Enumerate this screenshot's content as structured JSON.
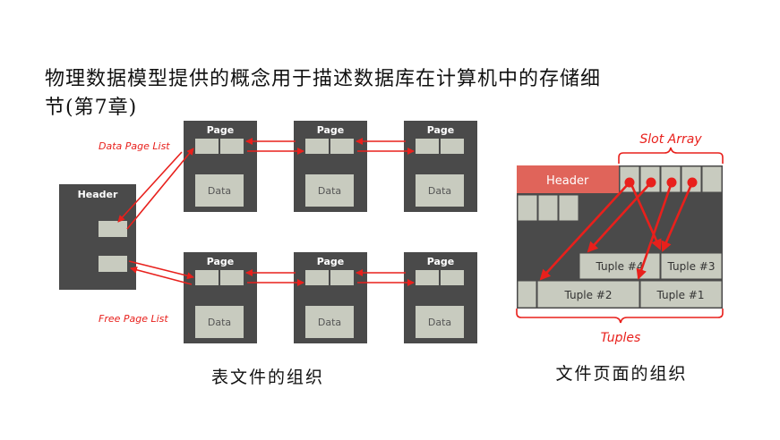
{
  "title": {
    "line1": "物理数据模型提供的概念用于描述数据库在计算机中的存储细",
    "line2": "节(第7章)"
  },
  "left_diagram": {
    "header_label": "Header",
    "data_page_list_label": "Data Page List",
    "free_page_list_label": "Free Page List",
    "page_label": "Page",
    "data_label": "Data",
    "caption": "表文件的组织"
  },
  "right_diagram": {
    "slot_array_label": "Slot Array",
    "header_label": "Header",
    "tuples": [
      "Tuple #4",
      "Tuple #3",
      "Tuple #2",
      "Tuple #1"
    ],
    "tuples_label": "Tuples",
    "caption": "文件页面的组织"
  },
  "colors": {
    "dark_box": "#4a4a4a",
    "light_cell": "#c8cbbf",
    "accent_red": "#e8201c",
    "header_red": "#e0645a"
  }
}
